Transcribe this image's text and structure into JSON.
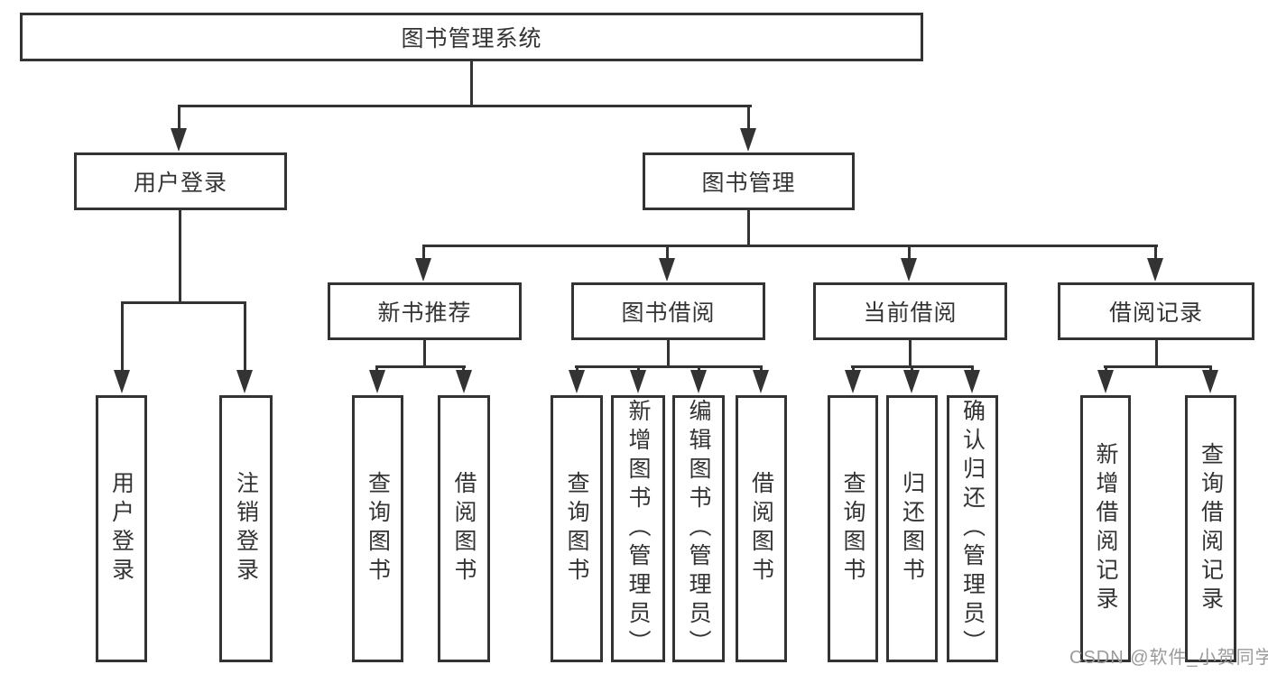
{
  "diagram_title": "图书管理系统",
  "tree": {
    "root": {
      "label": "图书管理系统",
      "children": [
        {
          "label": "用户登录",
          "children": [
            {
              "label": "用户登录"
            },
            {
              "label": "注销登录"
            }
          ]
        },
        {
          "label": "图书管理",
          "children": [
            {
              "label": "新书推荐",
              "children": [
                {
                  "label": "查询图书"
                },
                {
                  "label": "借阅图书"
                }
              ]
            },
            {
              "label": "图书借阅",
              "children": [
                {
                  "label": "查询图书"
                },
                {
                  "label": "新增图书（管理员）"
                },
                {
                  "label": "编辑图书（管理员）"
                },
                {
                  "label": "借阅图书"
                }
              ]
            },
            {
              "label": "当前借阅",
              "children": [
                {
                  "label": "查询图书"
                },
                {
                  "label": "归还图书"
                },
                {
                  "label": "确认归还（管理员）"
                }
              ]
            },
            {
              "label": "借阅记录",
              "children": [
                {
                  "label": "新增借阅记录"
                },
                {
                  "label": "查询借阅记录"
                }
              ]
            }
          ]
        }
      ]
    }
  },
  "watermark": "CSDN @软件_小贺同学",
  "colors": {
    "line": "#333333",
    "text": "#333333",
    "background": "#ffffff",
    "watermark": "#9a9a9a"
  }
}
